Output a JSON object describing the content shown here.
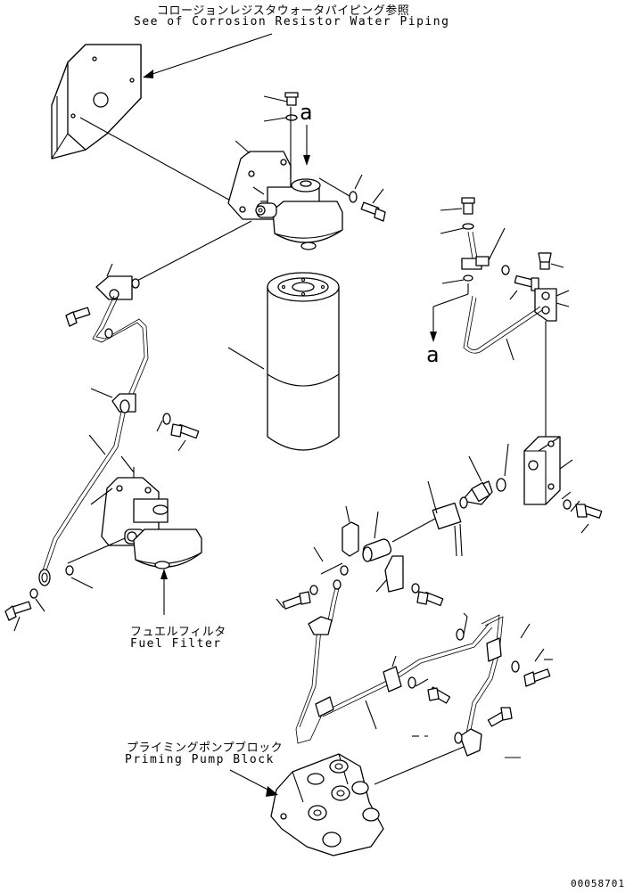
{
  "labels": {
    "corrosion_jp": "コロージョンレジスタウォータパイピング参照",
    "corrosion_en": "See of Corrosion Resistor Water Piping",
    "fuel_filter_jp": "フュエルフィルタ",
    "fuel_filter_en": "Fuel Filter",
    "priming_jp": "プライミングポンプブロック",
    "priming_en": "Priming Pump Block",
    "view_mark_top": "a",
    "view_mark_right": "a",
    "drawing_number": "00058701"
  }
}
